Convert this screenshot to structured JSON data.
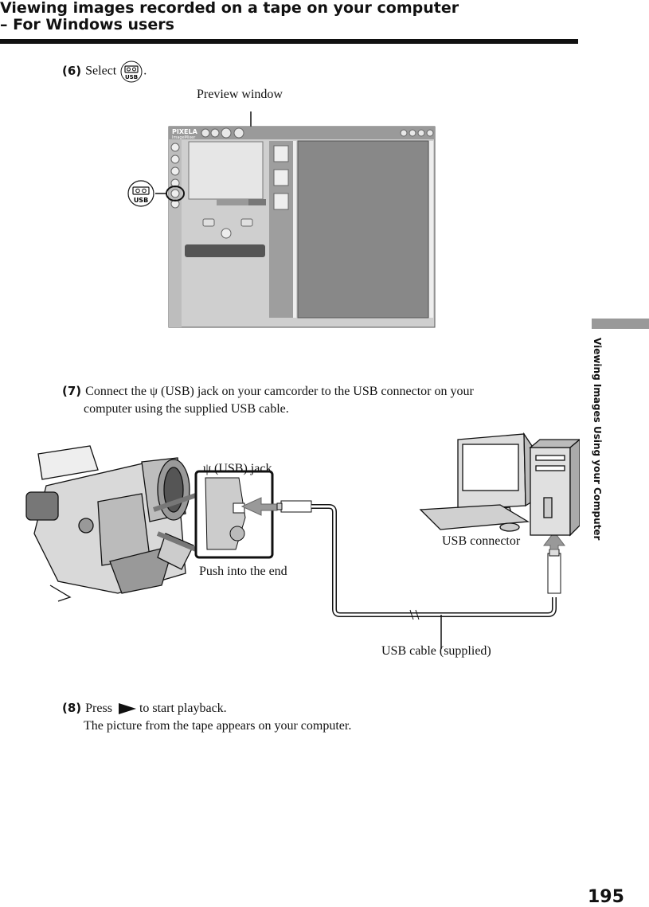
{
  "header": {
    "title_line1": "Viewing images recorded on a tape on your computer",
    "title_line2": "– For Windows users"
  },
  "sidebar": {
    "label": "Viewing Images Using your Computer"
  },
  "steps": [
    {
      "num": "(6)",
      "text": "Select",
      "suffix": "."
    },
    {
      "num": "(7)",
      "line1": "Connect the ψ (USB) jack on your camcorder to the USB connector on your",
      "line2": "computer using the supplied USB cable."
    },
    {
      "num": "(8)",
      "pre": "Press",
      "post": "to start playback.",
      "line2": "The picture from the tape appears on your computer."
    }
  ],
  "figure1": {
    "caption_preview": "Preview window",
    "usb_icon_label": "USB",
    "app_brand": "PIXELA",
    "app_sub": "ImageMixer"
  },
  "figure2": {
    "caption_jack": "ψ (USB) jack",
    "caption_push": "Push into the end",
    "caption_connector": "USB connector",
    "caption_cable": "USB cable (supplied)"
  },
  "page_number": "195"
}
